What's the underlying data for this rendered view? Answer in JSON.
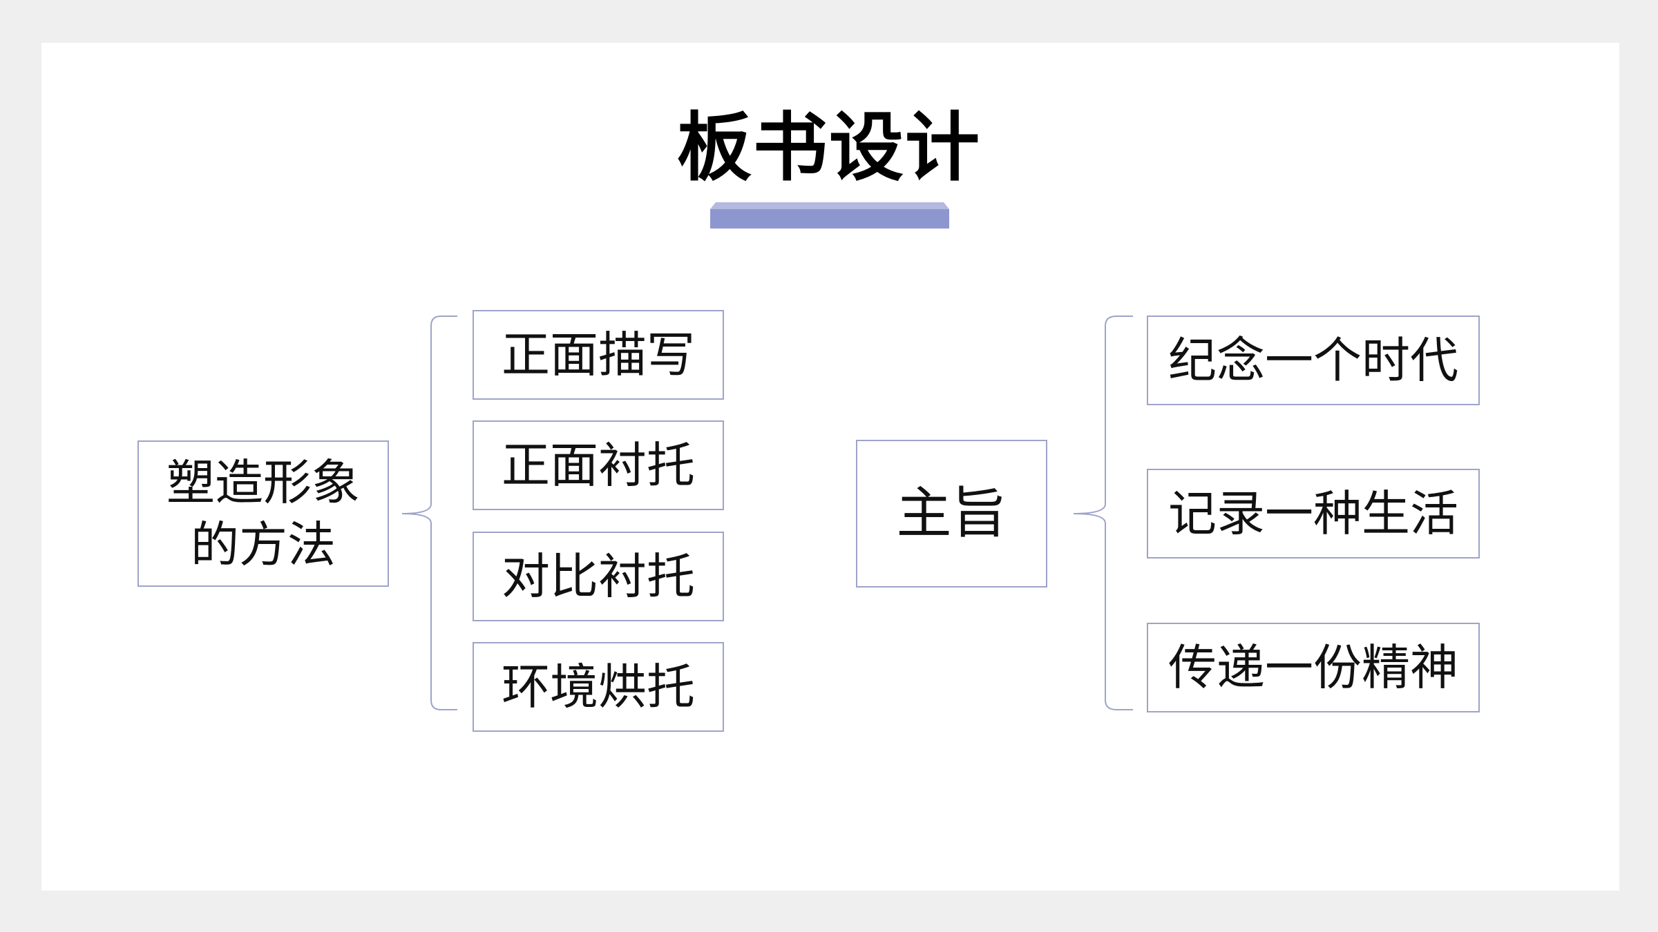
{
  "slide": {
    "title": "板书设计",
    "accent_color": "#8e96cf"
  },
  "left_group": {
    "root": {
      "line1": "塑造形象",
      "line2": "的方法"
    },
    "branches": [
      "正面描写",
      "正面衬托",
      "对比衬托",
      "环境烘托"
    ]
  },
  "right_group": {
    "root": "主旨",
    "branches": [
      "纪念一个时代",
      "记录一种生活",
      "传递一份精神"
    ]
  }
}
